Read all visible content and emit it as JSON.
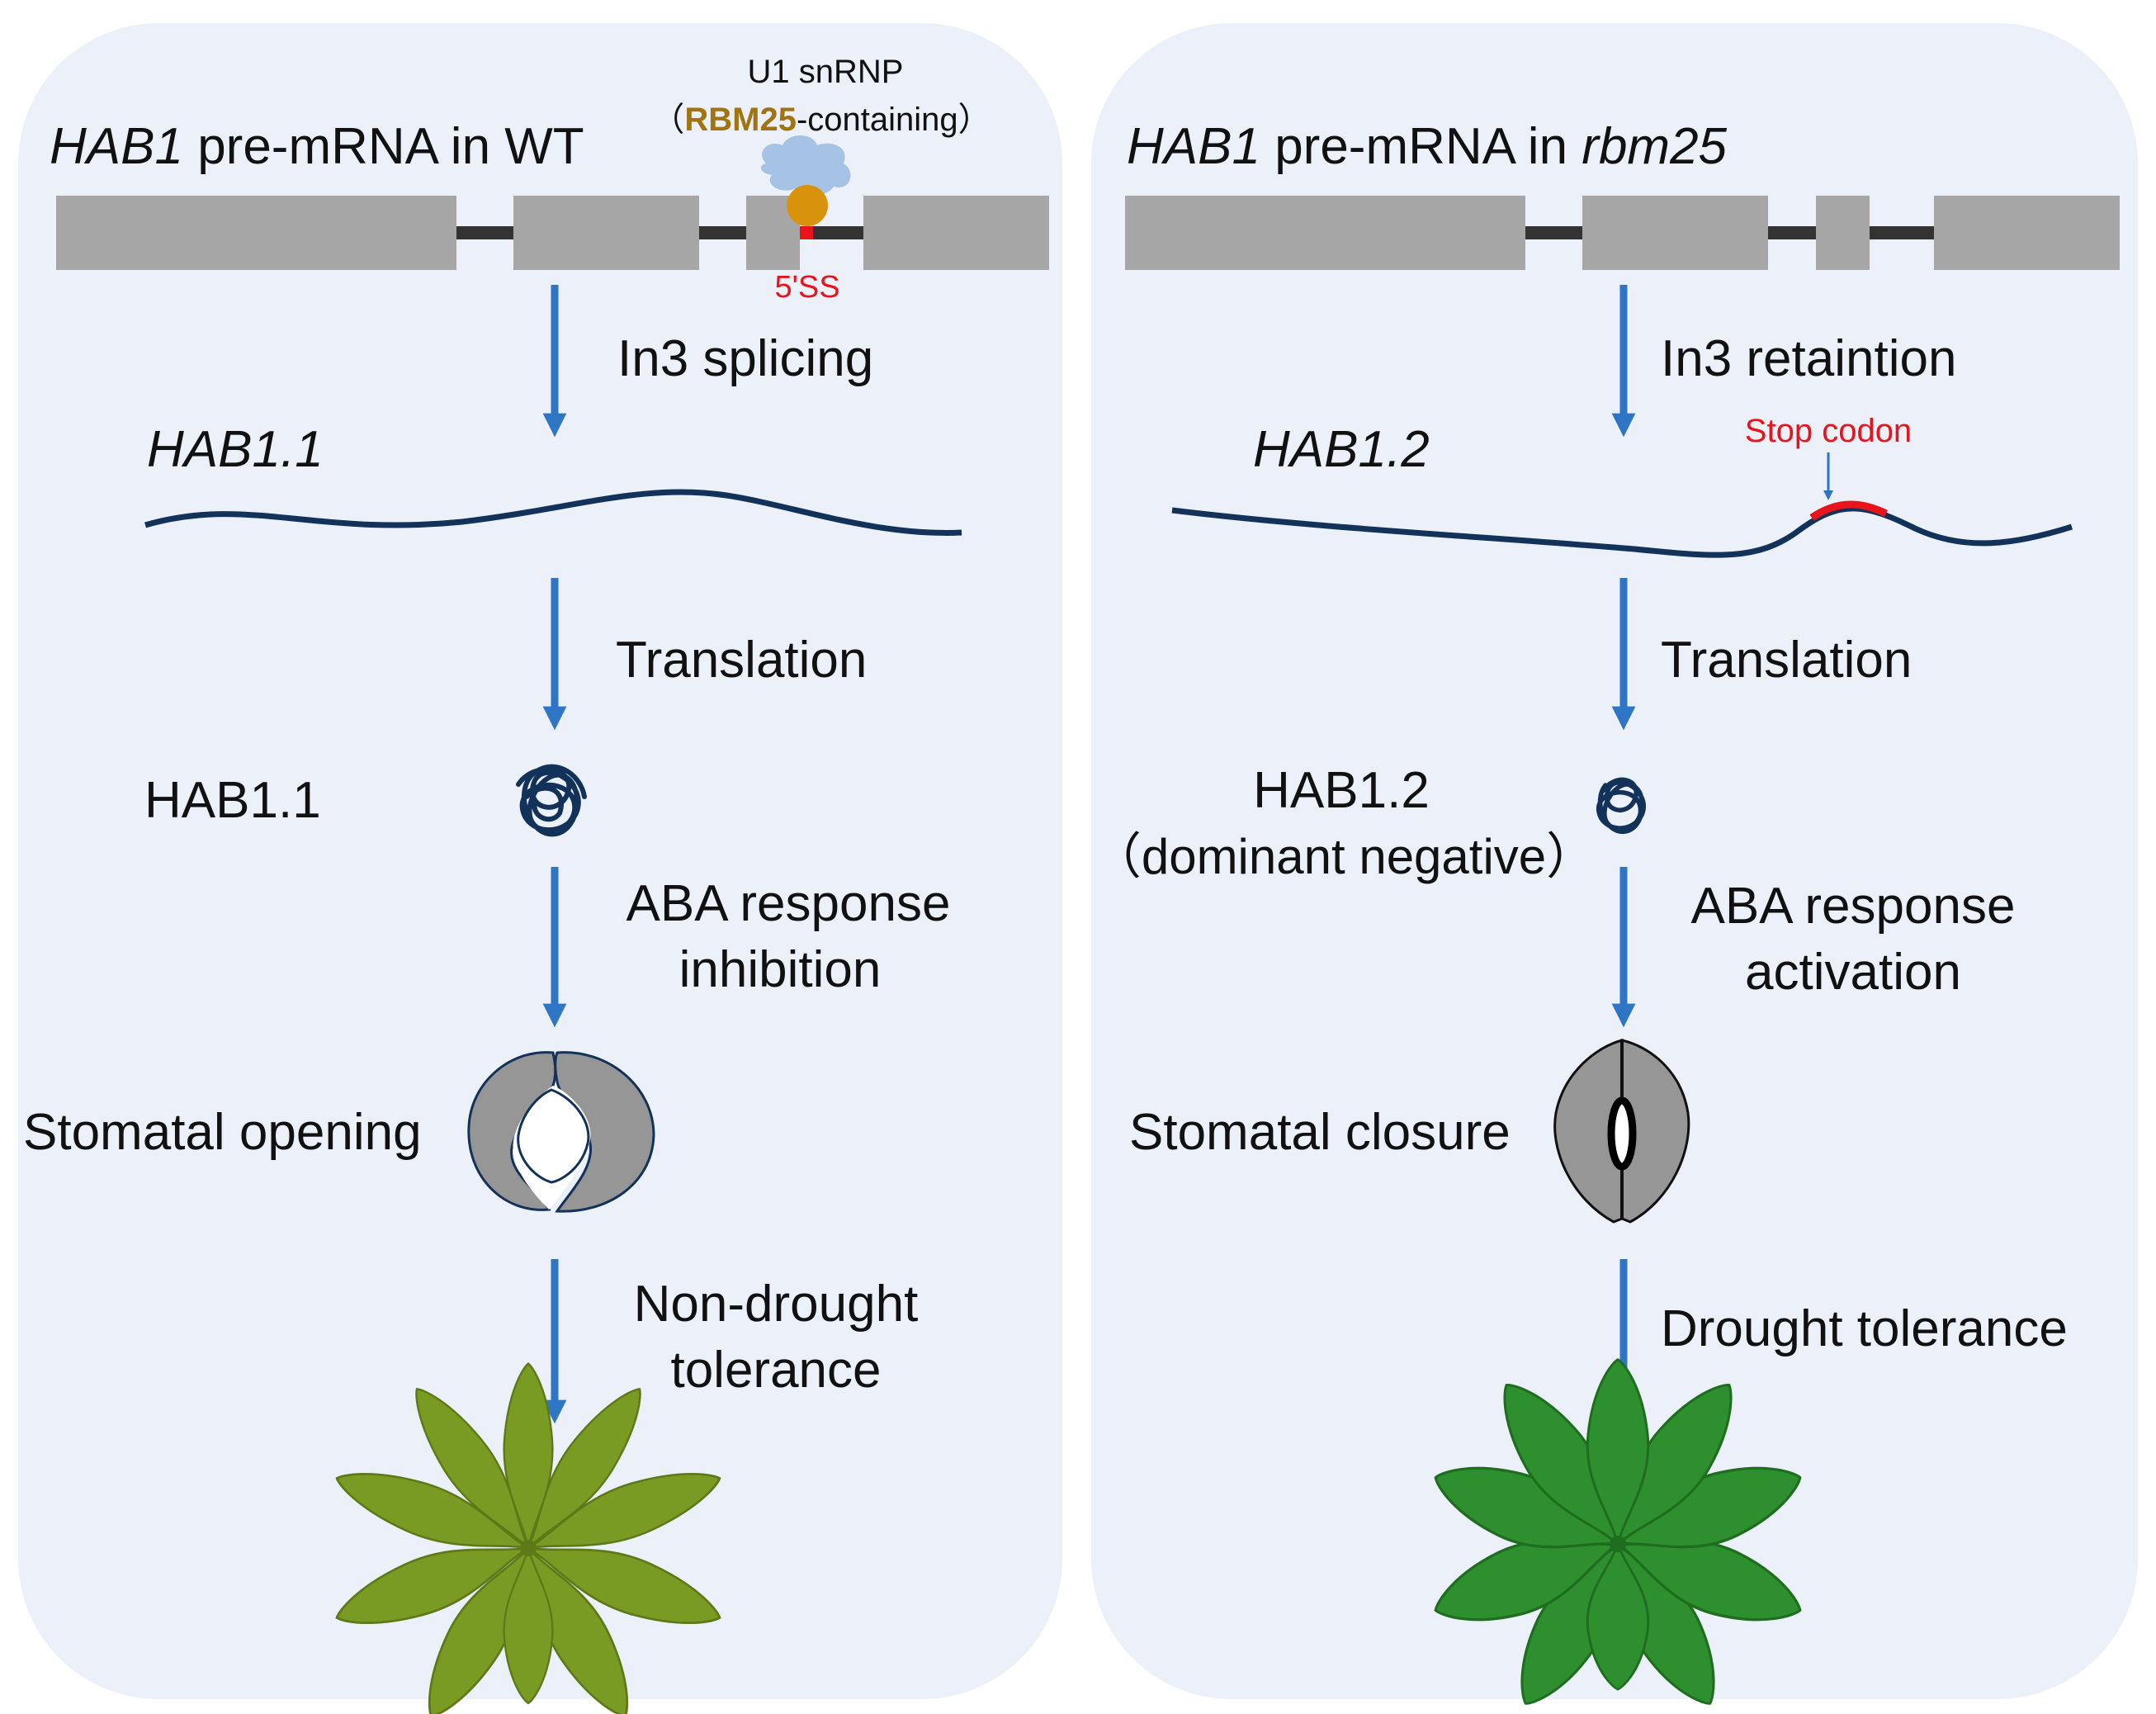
{
  "colors": {
    "panel_bg": "#ebf0f9",
    "exon": "#a6a6a6",
    "intron": "#333333",
    "arrow": "#2e75c6",
    "mrna": "#13325a",
    "highlight_red": "#e8141b",
    "rbm25_gold": "#a07412",
    "u1_blob": "#a6c3e6",
    "rbm25_circle": "#d9920c",
    "stomata_fill": "#969696",
    "plant_wt": "#7a9b23",
    "plant_mutant": "#2e8f2e"
  },
  "left": {
    "title_gene": "HAB1",
    "title_rest": " pre-mRNA in WT",
    "u1_label": "U1 snRNP",
    "rbm25_paren_open": "（",
    "rbm25_bold": "RBM25",
    "rbm25_rest": "-containing）",
    "ss_label": "5'SS",
    "step1": "In3 splicing",
    "transcript": "HAB1.1",
    "step2": "Translation",
    "protein": "HAB1.1",
    "step3_line1": "ABA response",
    "step3_line2": "inhibition",
    "stomata": "Stomatal opening",
    "step4_line1": "Non-drought",
    "step4_line2": "tolerance",
    "plant_icon": "plant-icon",
    "stomata_icon": "open-stomata-icon",
    "protein_icon": "folded-protein-icon"
  },
  "right": {
    "title_gene": "HAB1",
    "title_mid": " pre-mRNA in ",
    "title_mutant": "rbm25",
    "step1": "In3 retaintion",
    "stop_codon": "Stop codon",
    "transcript": "HAB1.2",
    "step2": "Translation",
    "protein_line1": "HAB1.2",
    "protein_line2": "（dominant negative）",
    "step3_line1": "ABA response",
    "step3_line2": "activation",
    "stomata": "Stomatal closure",
    "step4": "Drought tolerance",
    "plant_icon": "plant-icon",
    "stomata_icon": "closed-stomata-icon",
    "protein_icon": "folded-protein-icon"
  }
}
